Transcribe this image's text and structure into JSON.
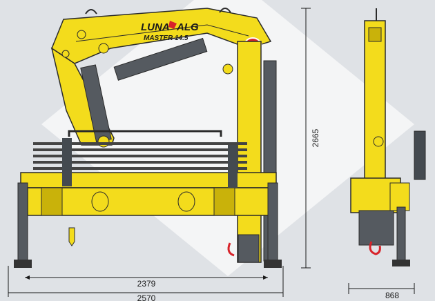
{
  "logo": {
    "brand_left": "LUNA",
    "brand_right": "ALG",
    "model": "MASTER 14.5"
  },
  "dimensions": {
    "height": "2665",
    "inner_width": "2379",
    "outer_width": "2570",
    "side_width": "868"
  },
  "colors": {
    "crane_yellow": "#f3dc1c",
    "crane_shadow": "#c9b20a",
    "outline": "#2a2a2a",
    "cylinder": "#555a60",
    "background": "#dfe2e6",
    "badge_red": "#d8232a"
  }
}
